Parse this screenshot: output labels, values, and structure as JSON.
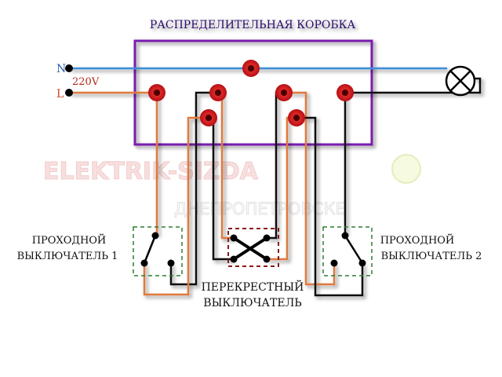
{
  "box": {
    "title": "РАСПРЕДЕЛИТЕЛЬНАЯ КОРОБКА"
  },
  "supply": {
    "neutral": "N",
    "line": "L",
    "voltage": "220V"
  },
  "switch_left": {
    "line1": "ПРОХОДНОЙ",
    "line2": "ВЫКЛЮЧАТЕЛЬ 1"
  },
  "switch_right": {
    "line1": "ПРОХОДНОЙ",
    "line2": "ВЫКЛЮЧАТЕЛЬ 2"
  },
  "cross_switch": {
    "line1": "ПЕРЕКРЕСТНЫЙ",
    "line2": "ВЫКЛЮЧАТЕЛЬ"
  },
  "watermark": {
    "brand": "ELEKTRIK-SIZDA",
    "city": "ДНЕПРОПЕТРОВСКЕ"
  },
  "colors": {
    "box_border": "#7a1fb0",
    "neutral_wire": "#3a8fd8",
    "line_wire": "#e07a3c",
    "black_wire": "#111111",
    "terminal": "#d61f26",
    "label_text": "#111111",
    "switch_frame": "#2e7d32",
    "cross_frame": "#8b1a1a",
    "watermark": "#e6a0a0"
  }
}
